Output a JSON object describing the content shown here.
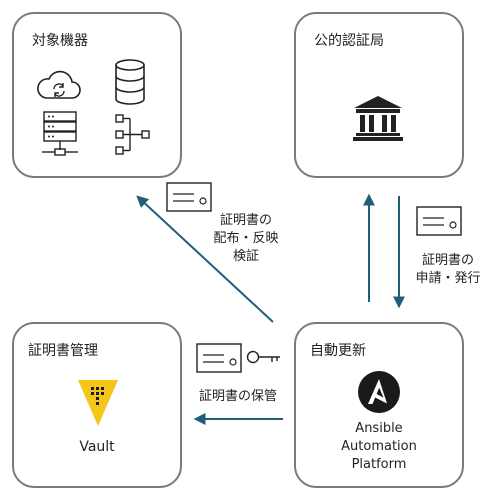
{
  "boxes": {
    "target_devices": {
      "title": "対象機器"
    },
    "public_ca": {
      "title": "公的認証局"
    },
    "cert_management": {
      "title": "証明書管理",
      "product": "Vault"
    },
    "auto_renewal": {
      "title": "自動更新",
      "product_lines": [
        "Ansible",
        "Automation",
        "Platform"
      ]
    }
  },
  "flows": {
    "distribute": {
      "label": "証明書の\n配布・反映\n検証"
    },
    "request": {
      "label": "証明書の\n申請・発行"
    },
    "store": {
      "label": "証明書の保管"
    }
  },
  "icons": {
    "target_devices": [
      "cloud-sync-icon",
      "database-icon",
      "server-icon",
      "tree-diagram-icon"
    ],
    "public_ca": "bank-building-icon",
    "cert_management": "vault-logo-icon",
    "auto_renewal": "ansible-logo-icon",
    "flows": [
      "certificate-icon",
      "key-icon"
    ]
  },
  "colors": {
    "box_border": "#7a7a7a",
    "arrow": "#1f5f7a",
    "vault_yellow": "#f5c518",
    "ansible_black": "#1a1a1a"
  }
}
